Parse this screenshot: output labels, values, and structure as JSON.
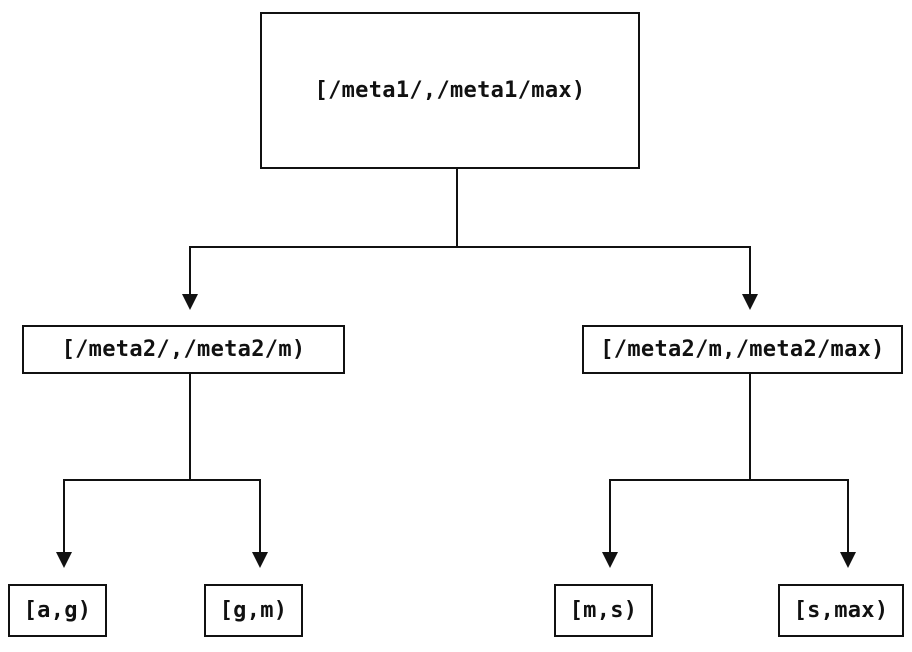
{
  "diagram": {
    "type": "tree",
    "colors": {
      "background": "#ffffff",
      "line": "#111111",
      "box_fill": "#ffffff",
      "text": "#111111"
    },
    "nodes": {
      "root": {
        "label": "[/meta1/,/meta1/max)"
      },
      "mid_left": {
        "label": "[/meta2/,/meta2/m)"
      },
      "mid_right": {
        "label": "[/meta2/m,/meta2/max)"
      },
      "leaf_ag": {
        "label": "[a,g)"
      },
      "leaf_gm": {
        "label": "[g,m)"
      },
      "leaf_ms": {
        "label": "[m,s)"
      },
      "leaf_smax": {
        "label": "[s,max)"
      }
    },
    "edges": [
      {
        "from": "root",
        "to": "mid_left",
        "arrow": true
      },
      {
        "from": "root",
        "to": "mid_right",
        "arrow": true
      },
      {
        "from": "mid_left",
        "to": "leaf_ag",
        "arrow": true
      },
      {
        "from": "mid_left",
        "to": "leaf_gm",
        "arrow": true
      },
      {
        "from": "mid_right",
        "to": "leaf_ms",
        "arrow": true
      },
      {
        "from": "mid_right",
        "to": "leaf_smax",
        "arrow": true
      }
    ]
  }
}
